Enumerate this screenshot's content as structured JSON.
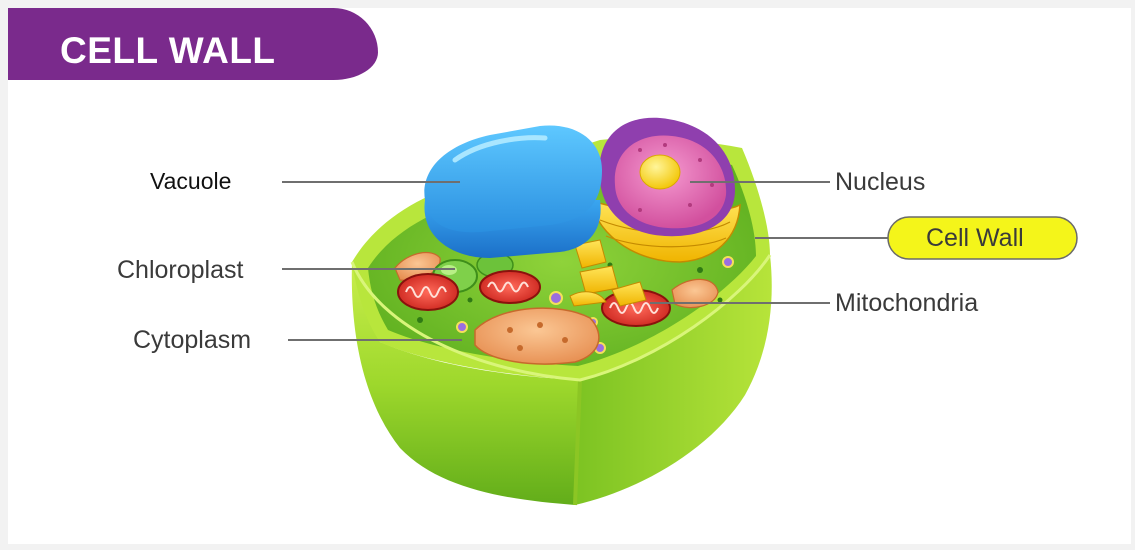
{
  "title": "CELL WALL",
  "labels": {
    "vacuole": "Vacuole",
    "chloroplast": "Chloroplast",
    "cytoplasm": "Cytoplasm",
    "nucleus": "Nucleus",
    "cell_wall": "Cell Wall",
    "mitochondria": "Mitochondria"
  },
  "colors": {
    "banner": "#7a2a8c",
    "highlight": "#f4f51a",
    "wall": "#9ad42a",
    "vacuole": "#2f9fe6"
  }
}
